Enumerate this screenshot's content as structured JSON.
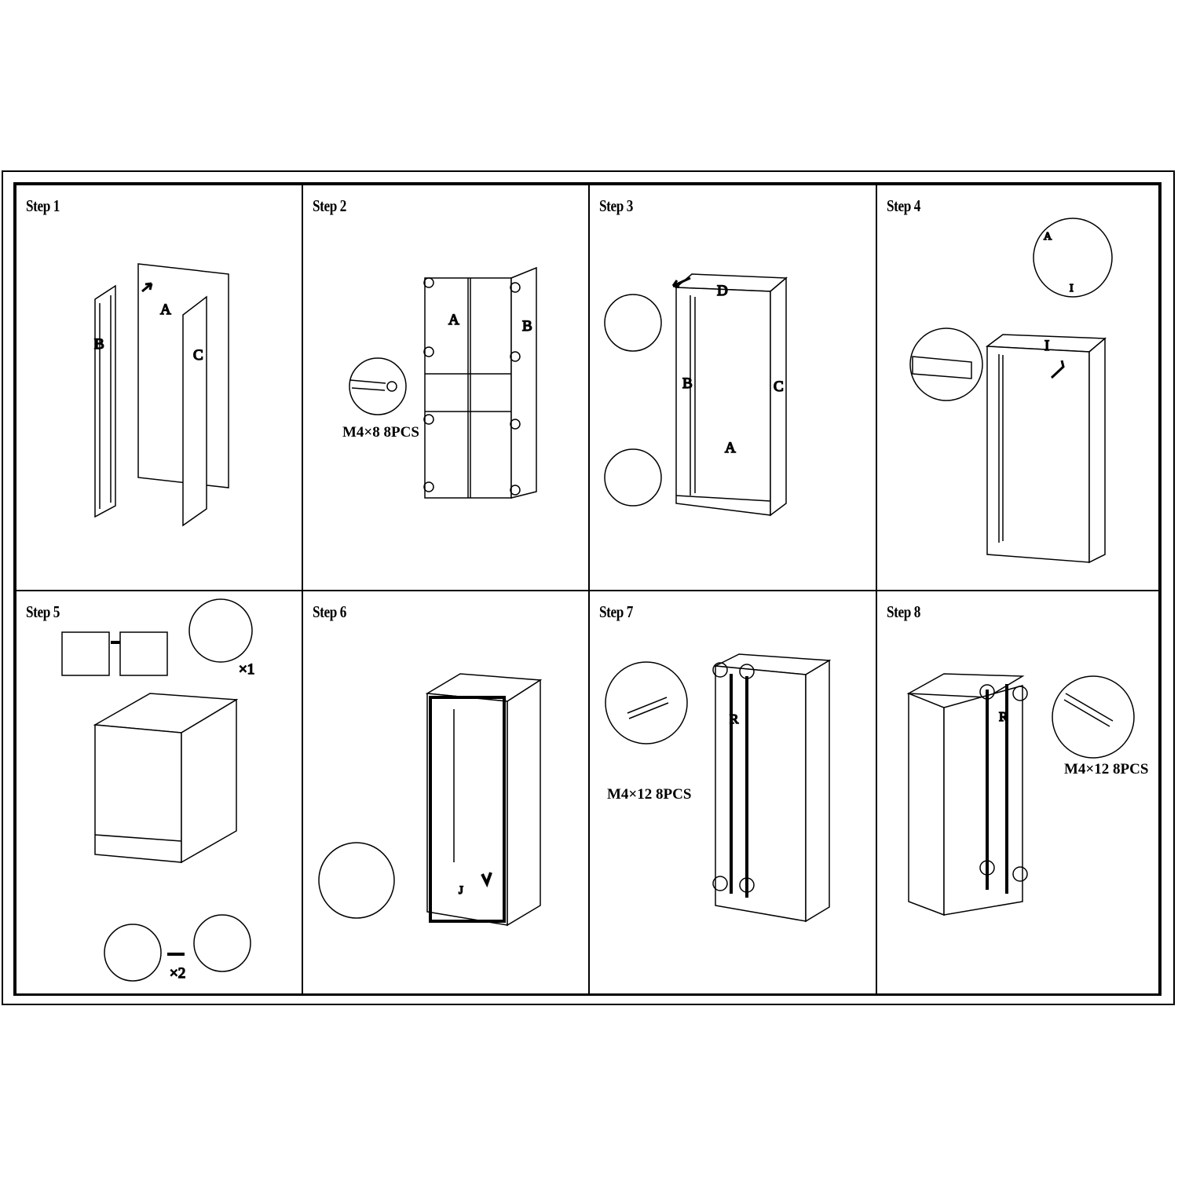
{
  "steps": [
    {
      "label": "Step 1",
      "parts": [
        "A",
        "B",
        "C"
      ]
    },
    {
      "label": "Step 2",
      "parts": [
        "A",
        "B"
      ],
      "hardware": "M4×8  8PCS"
    },
    {
      "label": "Step 3",
      "parts": [
        "D",
        "B",
        "C",
        "A"
      ]
    },
    {
      "label": "Step 4",
      "parts": [
        "A",
        "I",
        "I"
      ]
    },
    {
      "label": "Step 5",
      "multipliers": [
        "×1",
        "×2"
      ]
    },
    {
      "label": "Step 6",
      "parts": [
        "J"
      ]
    },
    {
      "label": "Step 7",
      "parts": [
        "R"
      ],
      "hardware": "M4×12  8PCS"
    },
    {
      "label": "Step 8",
      "parts": [
        "R"
      ],
      "hardware": "M4×12  8PCS"
    }
  ]
}
